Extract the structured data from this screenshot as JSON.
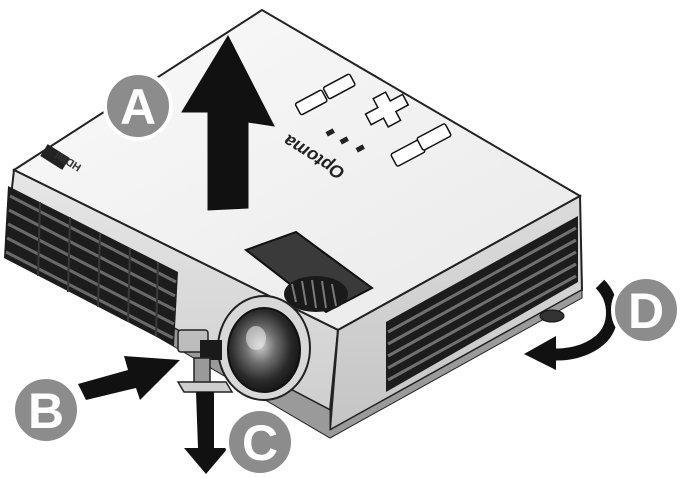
{
  "callouts": {
    "a": "A",
    "b": "B",
    "c": "C",
    "d": "D"
  },
  "projector": {
    "brand_logo": "Optoma",
    "side_badge": "HDMI"
  },
  "colors": {
    "callout_fill": "#8c8c8c",
    "callout_stroke": "#ffffff",
    "arrow": "#111111",
    "body_top": "#f2f2f2",
    "body_side": "#e1e1e1",
    "vent": "#1a1a1a"
  }
}
